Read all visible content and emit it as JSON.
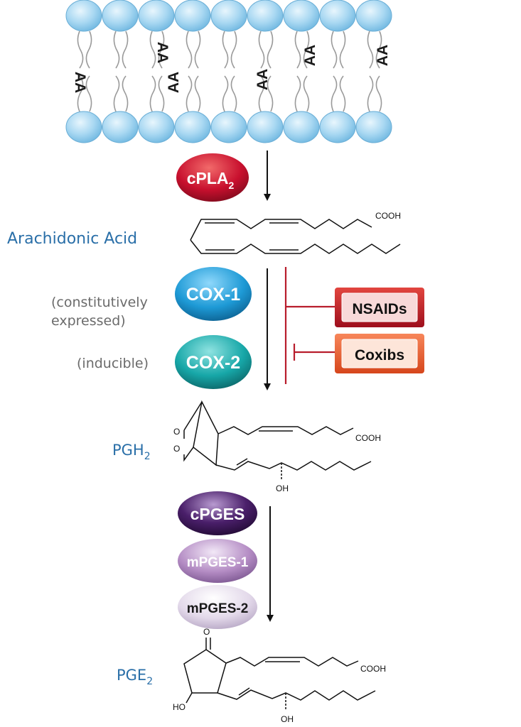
{
  "membrane": {
    "lipid_label": "AA"
  },
  "enzymes": {
    "cpla2": {
      "label": "cPLA",
      "subscript": "2",
      "color": "#c8102e"
    },
    "cox1": {
      "label": "COX-1",
      "color": "#1e9ad6"
    },
    "cox2": {
      "label": "COX-2",
      "color": "#17a7a8"
    },
    "cpges": {
      "label": "cPGES",
      "color": "#4a1f6a"
    },
    "mpges1": {
      "label": "mPGES-1",
      "color": "#b48cc4"
    },
    "mpges2": {
      "label": "mPGES-2",
      "color": "#d8cce2"
    }
  },
  "labels": {
    "arachidonic_acid": "Arachidonic Acid",
    "constitutive_line1": "(constitutively",
    "constitutive_line2": "expressed)",
    "inducible": "(inducible)",
    "pgh2": "PGH",
    "pgh2_sub": "2",
    "pge2": "PGE",
    "pge2_sub": "2"
  },
  "inhibitors": {
    "nsaids": {
      "label": "NSAIDs",
      "color": "#c8102e"
    },
    "coxibs": {
      "label": "Coxibs",
      "color": "#ef5a2a"
    }
  },
  "chem": {
    "cooh": "COOH",
    "oh": "OH",
    "ho": "HO",
    "o": "O"
  },
  "colors": {
    "phospholipid_head": "#a9d8f2",
    "inhibition_line": "#b81d2c",
    "label_blue": "#2a6fa8"
  }
}
